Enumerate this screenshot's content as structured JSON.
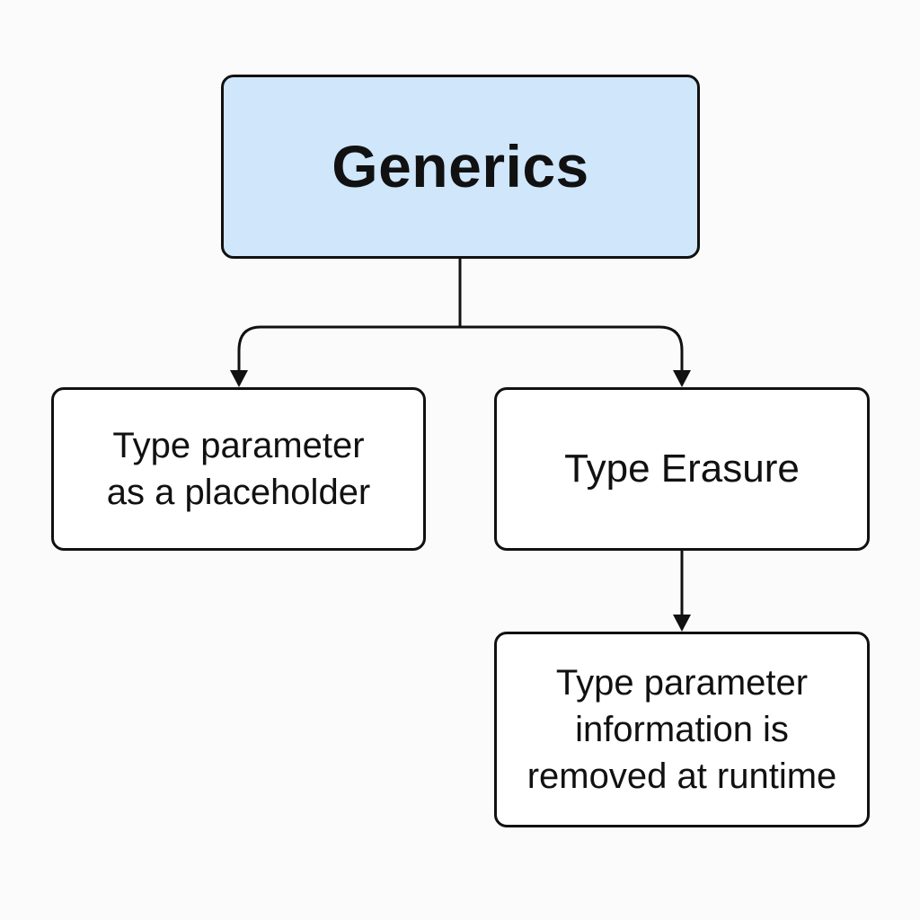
{
  "diagram": {
    "root": {
      "label": "Generics",
      "fill_color": "#cfe6fb"
    },
    "children": [
      {
        "lines": [
          "Type parameter",
          "as a placeholder"
        ]
      },
      {
        "lines": [
          "Type Erasure"
        ]
      }
    ],
    "grandchild": {
      "lines": [
        "Type parameter",
        "information is",
        "removed at runtime"
      ]
    },
    "colors": {
      "stroke": "#111111",
      "node_fill": "#ffffff",
      "background": "#fbfbfb"
    }
  }
}
